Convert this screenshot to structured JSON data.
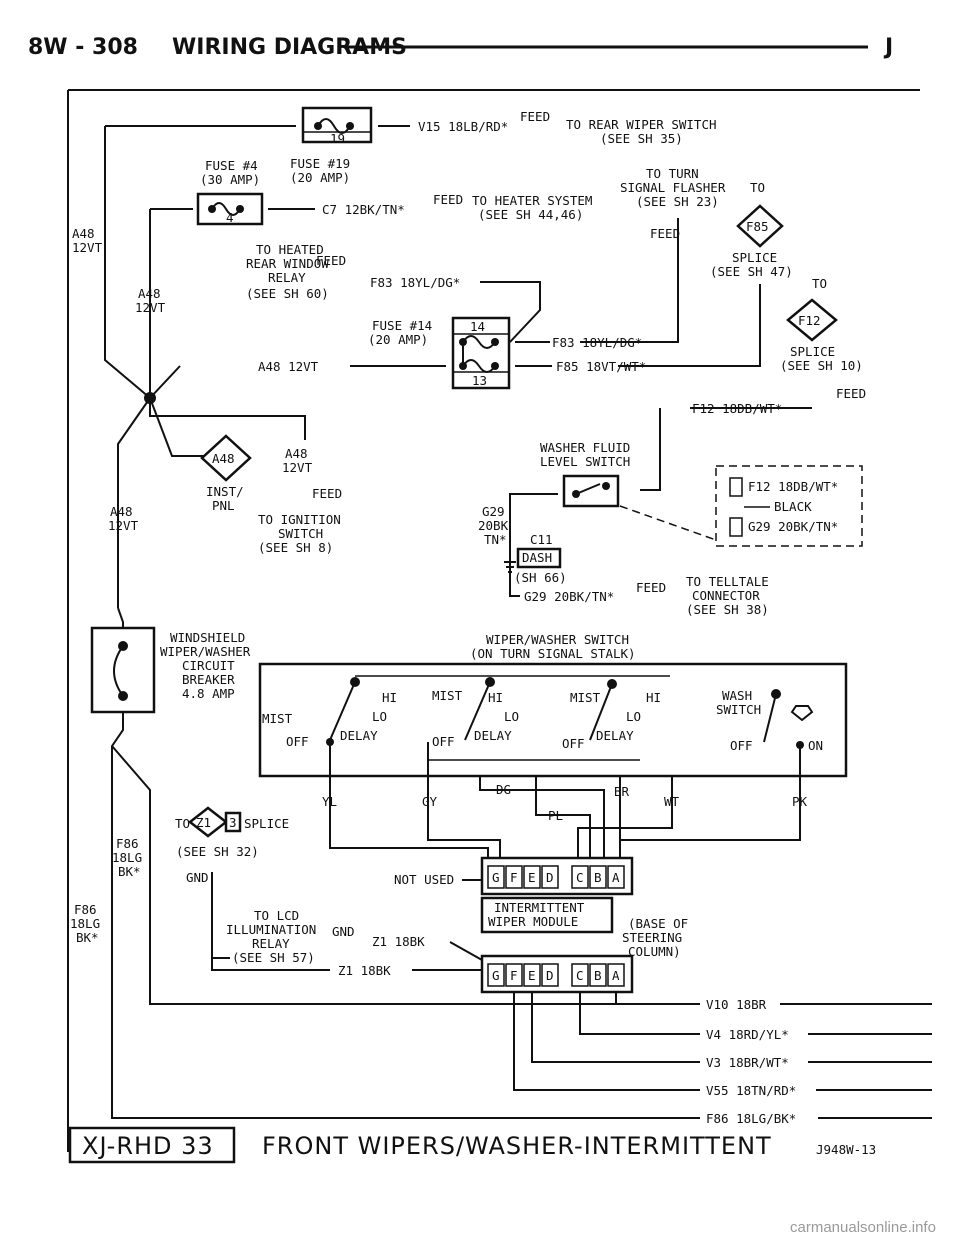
{
  "header": {
    "page": "8W - 308",
    "section": "WIRING DIAGRAMS",
    "letter": "J"
  },
  "footer": {
    "code": "XJ-RHD 33",
    "title": "FRONT WIPERS/WASHER-INTERMITTENT",
    "ref": "J948W-13"
  },
  "watermark": "carmanualsonline.info",
  "labels": {
    "fuse19": "19",
    "fuse19_name": "FUSE #19",
    "fuse19_amp": "(20 AMP)",
    "v15_wire": "V15 18LB/RD*",
    "feed": "FEED",
    "rear_wiper_1": "TO REAR WIPER SWITCH",
    "rear_wiper_2": "(SEE SH 35)",
    "fuse4": "4",
    "fuse4_name": "FUSE #4",
    "fuse4_amp": "(30 AMP)",
    "c7_wire": "C7 12BK/TN*",
    "heater_1": "TO HEATER SYSTEM",
    "heater_2": "(SEE SH 44,46)",
    "turn_1": "TO TURN",
    "turn_2": "SIGNAL FLASHER",
    "turn_3": "(SEE SH 23)",
    "a48": "A48",
    "v12": "12VT",
    "heated_1": "TO HEATED",
    "heated_2": "REAR WINDOW",
    "heated_3": "RELAY",
    "heated_4": "(SEE SH 60)",
    "f83_wire": "F83 18YL/DG*",
    "to": "TO",
    "f85": "F85",
    "splice": "SPLICE",
    "sh47": "(SEE SH 47)",
    "f12": "F12",
    "sh10": "(SEE SH 10)",
    "fuse14_name": "FUSE #14",
    "fuse14_amp": "(20 AMP)",
    "fuse14": "14",
    "fuse13": "13",
    "a48_12vt": "A48 12VT",
    "f85_wire": "F85 18VT/WT*",
    "f12_wire": "F12 18DB/WT*",
    "washer_1": "WASHER FLUID",
    "washer_2": "LEVEL SWITCH",
    "a48_tag": "A48",
    "inst_1": "INST/",
    "inst_2": "PNL",
    "ign_1": "TO IGNITION",
    "ign_2": "SWITCH",
    "ign_3": "(SEE SH 8)",
    "g29": "G29",
    "g29_2": "20BK",
    "g29_3": "TN*",
    "c11": "C11",
    "dash": "DASH",
    "sh66": "(SH 66)",
    "g29_wire": "G29 20BK/TN*",
    "telltale_1": "TO TELLTALE",
    "telltale_2": "CONNECTOR",
    "telltale_3": "(SEE SH 38)",
    "conn_f12": "F12 18DB/WT*",
    "conn_black": "BLACK",
    "conn_g29": "G29 20BK/TN*",
    "cb_1": "WINDSHIELD",
    "cb_2": "WIPER/WASHER",
    "cb_3": "CIRCUIT",
    "cb_4": "BREAKER",
    "cb_5": "4.8 AMP",
    "sw_1": "WIPER/WASHER SWITCH",
    "sw_2": "(ON TURN SIGNAL STALK)",
    "mist": "MIST",
    "hi": "HI",
    "lo": "LO",
    "off": "OFF",
    "delay": "DELAY",
    "wash_1": "WASH",
    "wash_2": "SWITCH",
    "on": "ON",
    "yl": "YL",
    "gy": "GY",
    "dg": "DG",
    "br": "BR",
    "wt": "WT",
    "pk": "PK",
    "pl": "PL",
    "z1": "Z1",
    "z1_3": "3",
    "splice2": "SPLICE",
    "sh32": "(SEE SH 32)",
    "gnd": "GND",
    "f86": "F86",
    "lg18": "18LG",
    "bk": "BK*",
    "not_used": "NOT USED",
    "pins": [
      "G",
      "F",
      "E",
      "D",
      "C",
      "B",
      "A"
    ],
    "mod_1": "INTERMITTENT",
    "mod_2": "WIPER MODULE",
    "base_1": "(BASE OF",
    "base_2": "STEERING",
    "base_3": "COLUMN)",
    "lcd_1": "TO LCD",
    "lcd_2": "ILLUMINATION",
    "lcd_3": "RELAY",
    "lcd_4": "(SEE SH 57)",
    "gnd2": "GND",
    "z1_wire": "Z1 18BK",
    "v10": "V10 18BR",
    "v4": "V4 18RD/YL*",
    "v3": "V3 18BR/WT*",
    "v55": "V55 18TN/RD*",
    "f86_wire": "F86 18LG/BK*"
  }
}
